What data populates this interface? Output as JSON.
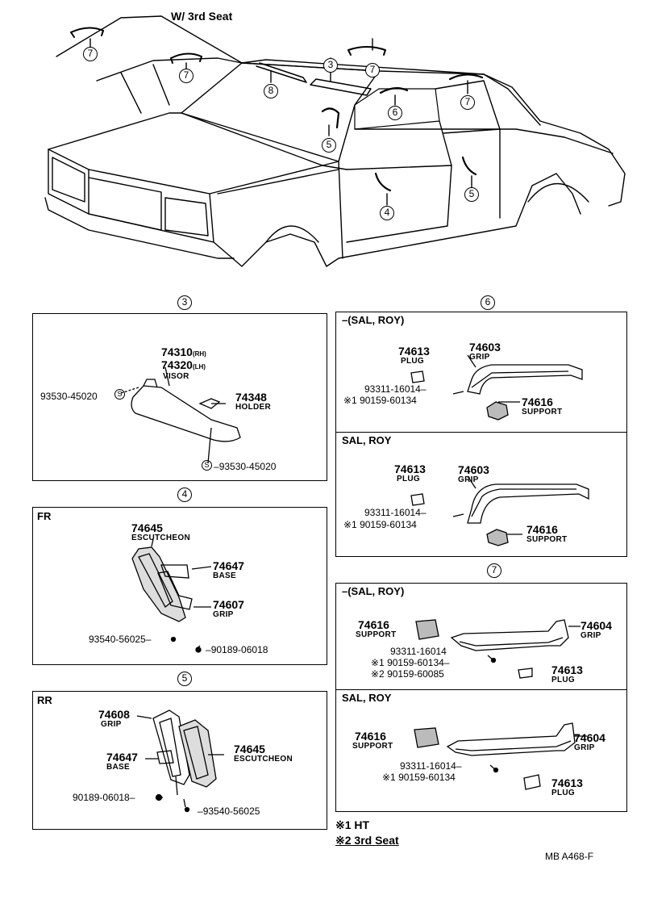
{
  "top_label": "W/ 3rd Seat",
  "overview_callouts": [
    "7",
    "7",
    "8",
    "3",
    "7",
    "6",
    "7",
    "5",
    "4",
    "5"
  ],
  "sections": {
    "s3": {
      "num": "3"
    },
    "s4": {
      "num": "4"
    },
    "s5": {
      "num": "5"
    },
    "s6": {
      "num": "6"
    },
    "s7": {
      "num": "7"
    }
  },
  "visor": {
    "p1": "74310",
    "p1_suffix": "(RH)",
    "p2": "74320",
    "p2_suffix": "(LH)",
    "name": "VISOR",
    "holder_pn": "74348",
    "holder_name": "HOLDER",
    "screw1": "93530-45020",
    "screw2": "93530-45020",
    "s_mark": "S"
  },
  "fr": {
    "header": "FR",
    "esc_pn": "74645",
    "esc_name": "ESCUTCHEON",
    "base_pn": "74647",
    "base_name": "BASE",
    "grip_pn": "74607",
    "grip_name": "GRIP",
    "screw": "93540-56025",
    "nut": "90189-06018"
  },
  "rr": {
    "header": "RR",
    "grip_pn": "74608",
    "grip_name": "GRIP",
    "base_pn": "74647",
    "base_name": "BASE",
    "esc_pn": "74645",
    "esc_name": "ESCUTCHEON",
    "nut": "90189-06018",
    "screw": "93540-56025"
  },
  "s6a": {
    "header": "–(SAL, ROY)",
    "plug_pn": "74613",
    "plug_name": "PLUG",
    "grip_pn": "74603",
    "grip_name": "GRIP",
    "bolt": "93311-16014",
    "bolt2": "※1 90159-60134",
    "sup_pn": "74616",
    "sup_name": "SUPPORT"
  },
  "s6b": {
    "header": "SAL, ROY",
    "plug_pn": "74613",
    "plug_name": "PLUG",
    "grip_pn": "74603",
    "grip_name": "GRIP",
    "bolt": "93311-16014",
    "bolt2": "※1 90159-60134",
    "sup_pn": "74616",
    "sup_name": "SUPPORT"
  },
  "s7a": {
    "header": "–(SAL, ROY)",
    "sup_pn": "74616",
    "sup_name": "SUPPORT",
    "grip_pn": "74604",
    "grip_name": "GRIP",
    "bolt": "93311-16014",
    "bolt2": "※1 90159-60134",
    "bolt3": "※2 90159-60085",
    "plug_pn": "74613",
    "plug_name": "PLUG"
  },
  "s7b": {
    "header": "SAL, ROY",
    "sup_pn": "74616",
    "sup_name": "SUPPORT",
    "grip_pn": "74604",
    "grip_name": "GRIP",
    "bolt": "93311-16014",
    "bolt2": "※1 90159-60134",
    "plug_pn": "74613",
    "plug_name": "PLUG"
  },
  "footnotes": {
    "n1": "※1 HT",
    "n2": "※2 3rd Seat"
  },
  "figure_code": "MB  A468-F"
}
